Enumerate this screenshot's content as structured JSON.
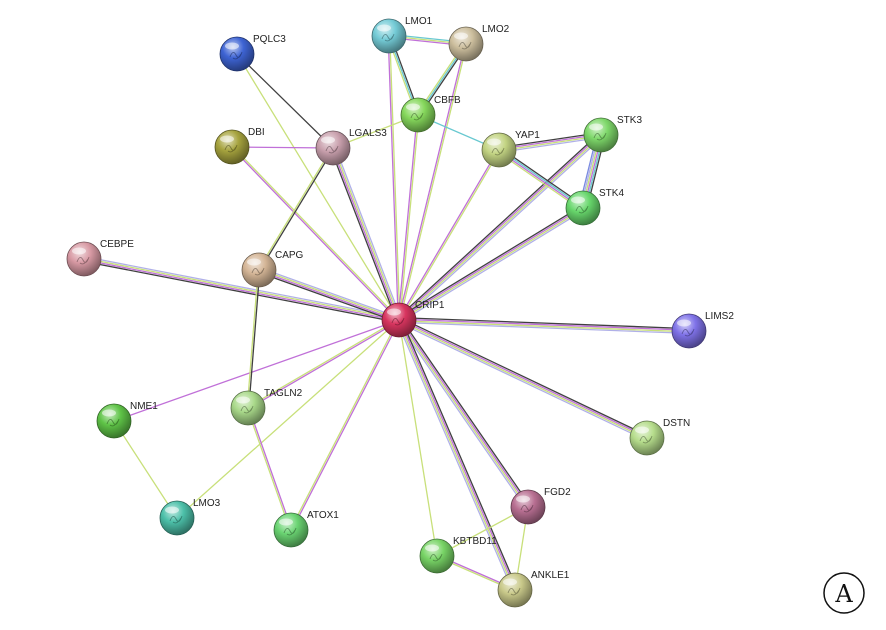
{
  "panel_label": "A",
  "nodes": [
    {
      "id": "CRIP1",
      "label": "CRIP1",
      "color": "#d8355f"
    },
    {
      "id": "PQLC3",
      "label": "PQLC3",
      "color": "#3e64d4"
    },
    {
      "id": "LMO1",
      "label": "LMO1",
      "color": "#74cbd6"
    },
    {
      "id": "LMO2",
      "label": "LMO2",
      "color": "#cdbf9e"
    },
    {
      "id": "CBFB",
      "label": "CBFB",
      "color": "#86d85c"
    },
    {
      "id": "DBI",
      "label": "DBI",
      "color": "#a6a33e"
    },
    {
      "id": "LGALS3",
      "label": "LGALS3",
      "color": "#c9a0ad"
    },
    {
      "id": "YAP1",
      "label": "YAP1",
      "color": "#c3d483"
    },
    {
      "id": "STK3",
      "label": "STK3",
      "color": "#7ed86a"
    },
    {
      "id": "STK4",
      "label": "STK4",
      "color": "#68d76c"
    },
    {
      "id": "CEBPE",
      "label": "CEBPE",
      "color": "#d89aa4"
    },
    {
      "id": "CAPG",
      "label": "CAPG",
      "color": "#d4b596"
    },
    {
      "id": "LIMS2",
      "label": "LIMS2",
      "color": "#7f72e8"
    },
    {
      "id": "NME1",
      "label": "NME1",
      "color": "#5fc447"
    },
    {
      "id": "TAGLN2",
      "label": "TAGLN2",
      "color": "#a9d98a"
    },
    {
      "id": "DSTN",
      "label": "DSTN",
      "color": "#b6dd8c"
    },
    {
      "id": "LMO3",
      "label": "LMO3",
      "color": "#4cc0a9"
    },
    {
      "id": "ATOX1",
      "label": "ATOX1",
      "color": "#6ad472"
    },
    {
      "id": "FGD2",
      "label": "FGD2",
      "color": "#b86f92"
    },
    {
      "id": "KBTBD11",
      "label": "KBTBD11",
      "color": "#78d466"
    },
    {
      "id": "ANKLE1",
      "label": "ANKLE1",
      "color": "#c9c98a"
    }
  ],
  "edges": [
    {
      "source": "CRIP1",
      "target": "PQLC3",
      "colors": [
        "#c8e07a"
      ]
    },
    {
      "source": "CRIP1",
      "target": "LMO1",
      "colors": [
        "#c070d8",
        "#c8e07a"
      ]
    },
    {
      "source": "CRIP1",
      "target": "LMO2",
      "colors": [
        "#c070d8",
        "#c8e07a"
      ]
    },
    {
      "source": "CRIP1",
      "target": "CBFB",
      "colors": [
        "#c070d8",
        "#c8e07a"
      ]
    },
    {
      "source": "CRIP1",
      "target": "LGALS3",
      "colors": [
        "#404040",
        "#c070d8",
        "#c8e07a",
        "#b0b0e8"
      ]
    },
    {
      "source": "CRIP1",
      "target": "DBI",
      "colors": [
        "#c070d8",
        "#c8e07a"
      ]
    },
    {
      "source": "CRIP1",
      "target": "YAP1",
      "colors": [
        "#c070d8",
        "#c8e07a"
      ]
    },
    {
      "source": "CRIP1",
      "target": "STK3",
      "colors": [
        "#404040",
        "#c070d8",
        "#c8e07a",
        "#b0b0e8"
      ]
    },
    {
      "source": "CRIP1",
      "target": "STK4",
      "colors": [
        "#404040",
        "#c070d8",
        "#c8e07a",
        "#b0b0e8"
      ]
    },
    {
      "source": "CRIP1",
      "target": "CEBPE",
      "colors": [
        "#404040",
        "#c070d8",
        "#c8e07a",
        "#b0b0e8"
      ]
    },
    {
      "source": "CRIP1",
      "target": "CAPG",
      "colors": [
        "#404040",
        "#c070d8",
        "#c8e07a",
        "#b0b0e8"
      ]
    },
    {
      "source": "CRIP1",
      "target": "LIMS2",
      "colors": [
        "#404040",
        "#c070d8",
        "#c8e07a",
        "#b0b0e8"
      ]
    },
    {
      "source": "CRIP1",
      "target": "NME1",
      "colors": [
        "#c070d8"
      ]
    },
    {
      "source": "CRIP1",
      "target": "TAGLN2",
      "colors": [
        "#c070d8",
        "#c8e07a"
      ]
    },
    {
      "source": "CRIP1",
      "target": "DSTN",
      "colors": [
        "#404040",
        "#c070d8",
        "#c8e07a",
        "#b0b0e8"
      ]
    },
    {
      "source": "CRIP1",
      "target": "LMO3",
      "colors": [
        "#c8e07a"
      ]
    },
    {
      "source": "CRIP1",
      "target": "ATOX1",
      "colors": [
        "#c070d8",
        "#c8e07a"
      ]
    },
    {
      "source": "CRIP1",
      "target": "FGD2",
      "colors": [
        "#404040",
        "#c070d8",
        "#c8e07a",
        "#b0b0e8"
      ]
    },
    {
      "source": "CRIP1",
      "target": "KBTBD11",
      "colors": [
        "#c8e07a"
      ]
    },
    {
      "source": "CRIP1",
      "target": "ANKLE1",
      "colors": [
        "#404040",
        "#c070d8",
        "#c8e07a",
        "#b0b0e8"
      ]
    },
    {
      "source": "LMO1",
      "target": "LMO2",
      "colors": [
        "#68c8d0",
        "#c8e07a",
        "#c070d8"
      ]
    },
    {
      "source": "LMO1",
      "target": "CBFB",
      "colors": [
        "#404040",
        "#68c8d0",
        "#c8e07a"
      ]
    },
    {
      "source": "LMO2",
      "target": "CBFB",
      "colors": [
        "#404040",
        "#68c8d0",
        "#c8e07a"
      ]
    },
    {
      "source": "CBFB",
      "target": "LGALS3",
      "colors": [
        "#c8e07a"
      ]
    },
    {
      "source": "CBFB",
      "target": "YAP1",
      "colors": [
        "#68c8d0"
      ]
    },
    {
      "source": "PQLC3",
      "target": "LGALS3",
      "colors": [
        "#404040"
      ]
    },
    {
      "source": "DBI",
      "target": "LGALS3",
      "colors": [
        "#c070d8"
      ]
    },
    {
      "source": "LGALS3",
      "target": "CAPG",
      "colors": [
        "#404040",
        "#c8e07a"
      ]
    },
    {
      "source": "YAP1",
      "target": "STK3",
      "colors": [
        "#404040",
        "#c070d8",
        "#c8e07a",
        "#b0b0e8"
      ]
    },
    {
      "source": "YAP1",
      "target": "STK4",
      "colors": [
        "#404040",
        "#68c8d0",
        "#c070d8",
        "#c8e07a"
      ]
    },
    {
      "source": "STK3",
      "target": "STK4",
      "colors": [
        "#404040",
        "#68c8d0",
        "#c070d8",
        "#c8e07a",
        "#b0b0e8",
        "#7a8ae0"
      ]
    },
    {
      "source": "CAPG",
      "target": "TAGLN2",
      "colors": [
        "#404040",
        "#c8e07a"
      ]
    },
    {
      "source": "TAGLN2",
      "target": "ATOX1",
      "colors": [
        "#c070d8",
        "#c8e07a"
      ]
    },
    {
      "source": "NME1",
      "target": "LMO3",
      "colors": [
        "#c8e07a"
      ]
    },
    {
      "source": "FGD2",
      "target": "KBTBD11",
      "colors": [
        "#c8e07a"
      ]
    },
    {
      "source": "KBTBD11",
      "target": "ANKLE1",
      "colors": [
        "#c070d8",
        "#c8e07a"
      ]
    },
    {
      "source": "FGD2",
      "target": "ANKLE1",
      "colors": [
        "#c8e07a"
      ]
    }
  ]
}
